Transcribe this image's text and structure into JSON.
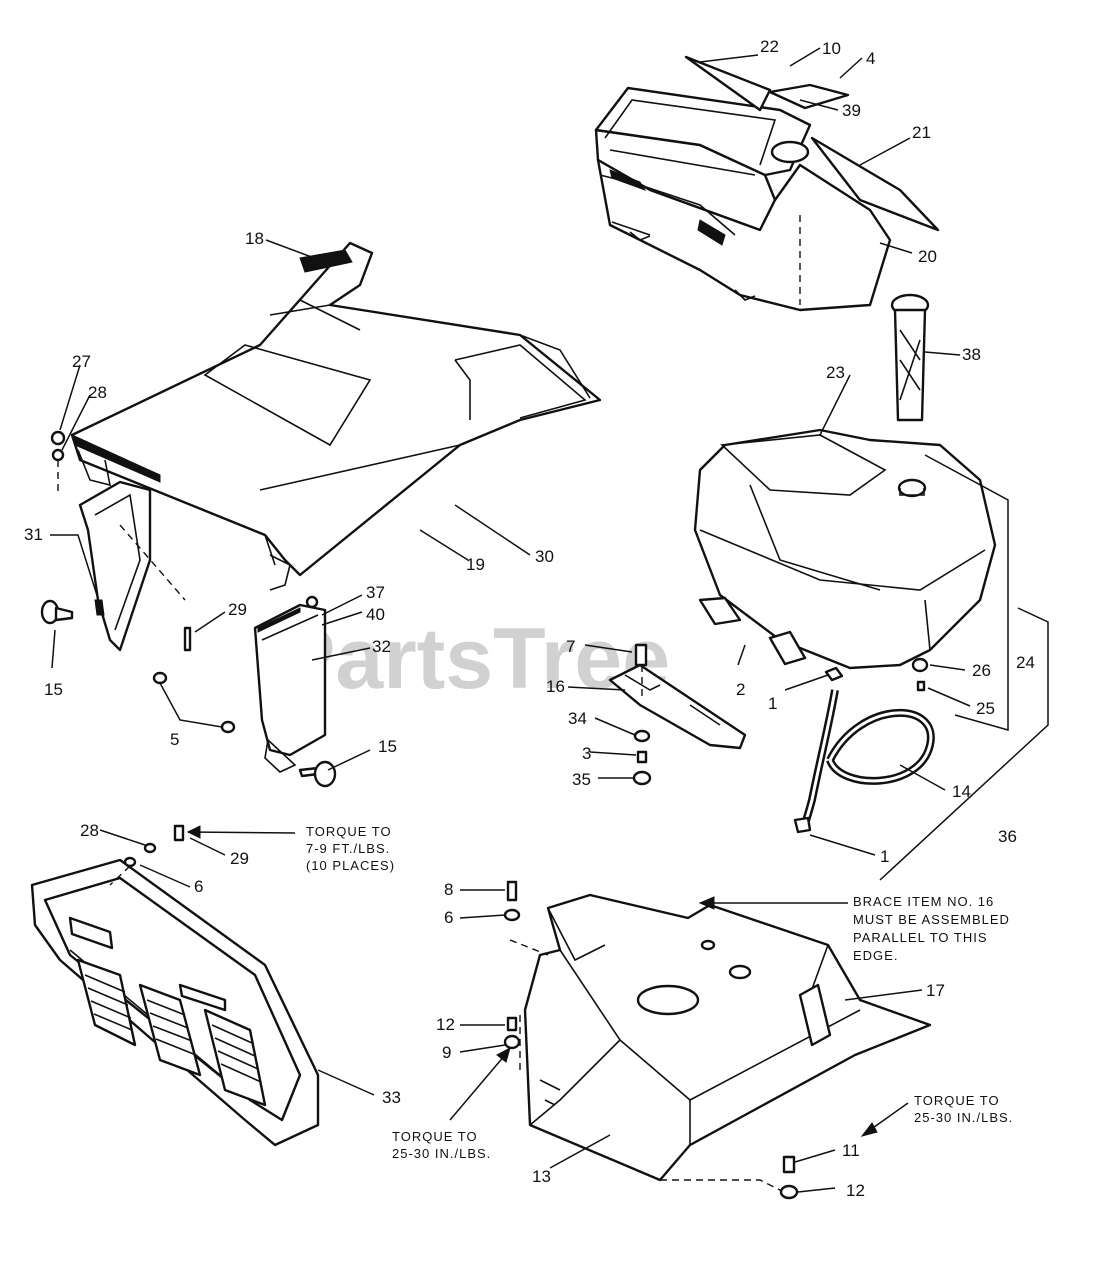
{
  "watermark": {
    "text": "PartsTree",
    "trademark": "TM"
  },
  "part_numbers": {
    "p1a": "1",
    "p1b": "1",
    "p2": "2",
    "p3": "3",
    "p4": "4",
    "p5": "5",
    "p6a": "6",
    "p6b": "6",
    "p7": "7",
    "p8": "8",
    "p9": "9",
    "p10": "10",
    "p11": "11",
    "p12a": "12",
    "p12b": "12",
    "p13": "13",
    "p14": "14",
    "p15a": "15",
    "p15b": "15",
    "p16": "16",
    "p17": "17",
    "p18": "18",
    "p19": "19",
    "p20": "20",
    "p21": "21",
    "p22": "22",
    "p23": "23",
    "p24": "24",
    "p25": "25",
    "p26": "26",
    "p27": "27",
    "p28a": "28",
    "p28b": "28",
    "p29a": "29",
    "p29b": "29",
    "p30": "30",
    "p31": "31",
    "p32": "32",
    "p33": "33",
    "p34": "34",
    "p35": "35",
    "p36": "36",
    "p37": "37",
    "p38": "38",
    "p39": "39",
    "p40": "40"
  },
  "notes": {
    "torque_grille": [
      "TORQUE TO",
      "7-9 FT./LBS.",
      "(10 PLACES)"
    ],
    "torque_left": [
      "TORQUE TO",
      "25-30  IN./LBS."
    ],
    "torque_right": [
      "TORQUE TO",
      "25-30 IN./LBS."
    ],
    "brace": [
      "BRACE ITEM NO. 16",
      "MUST BE ASSEMBLED",
      "PARALLEL TO THIS",
      "EDGE."
    ]
  }
}
